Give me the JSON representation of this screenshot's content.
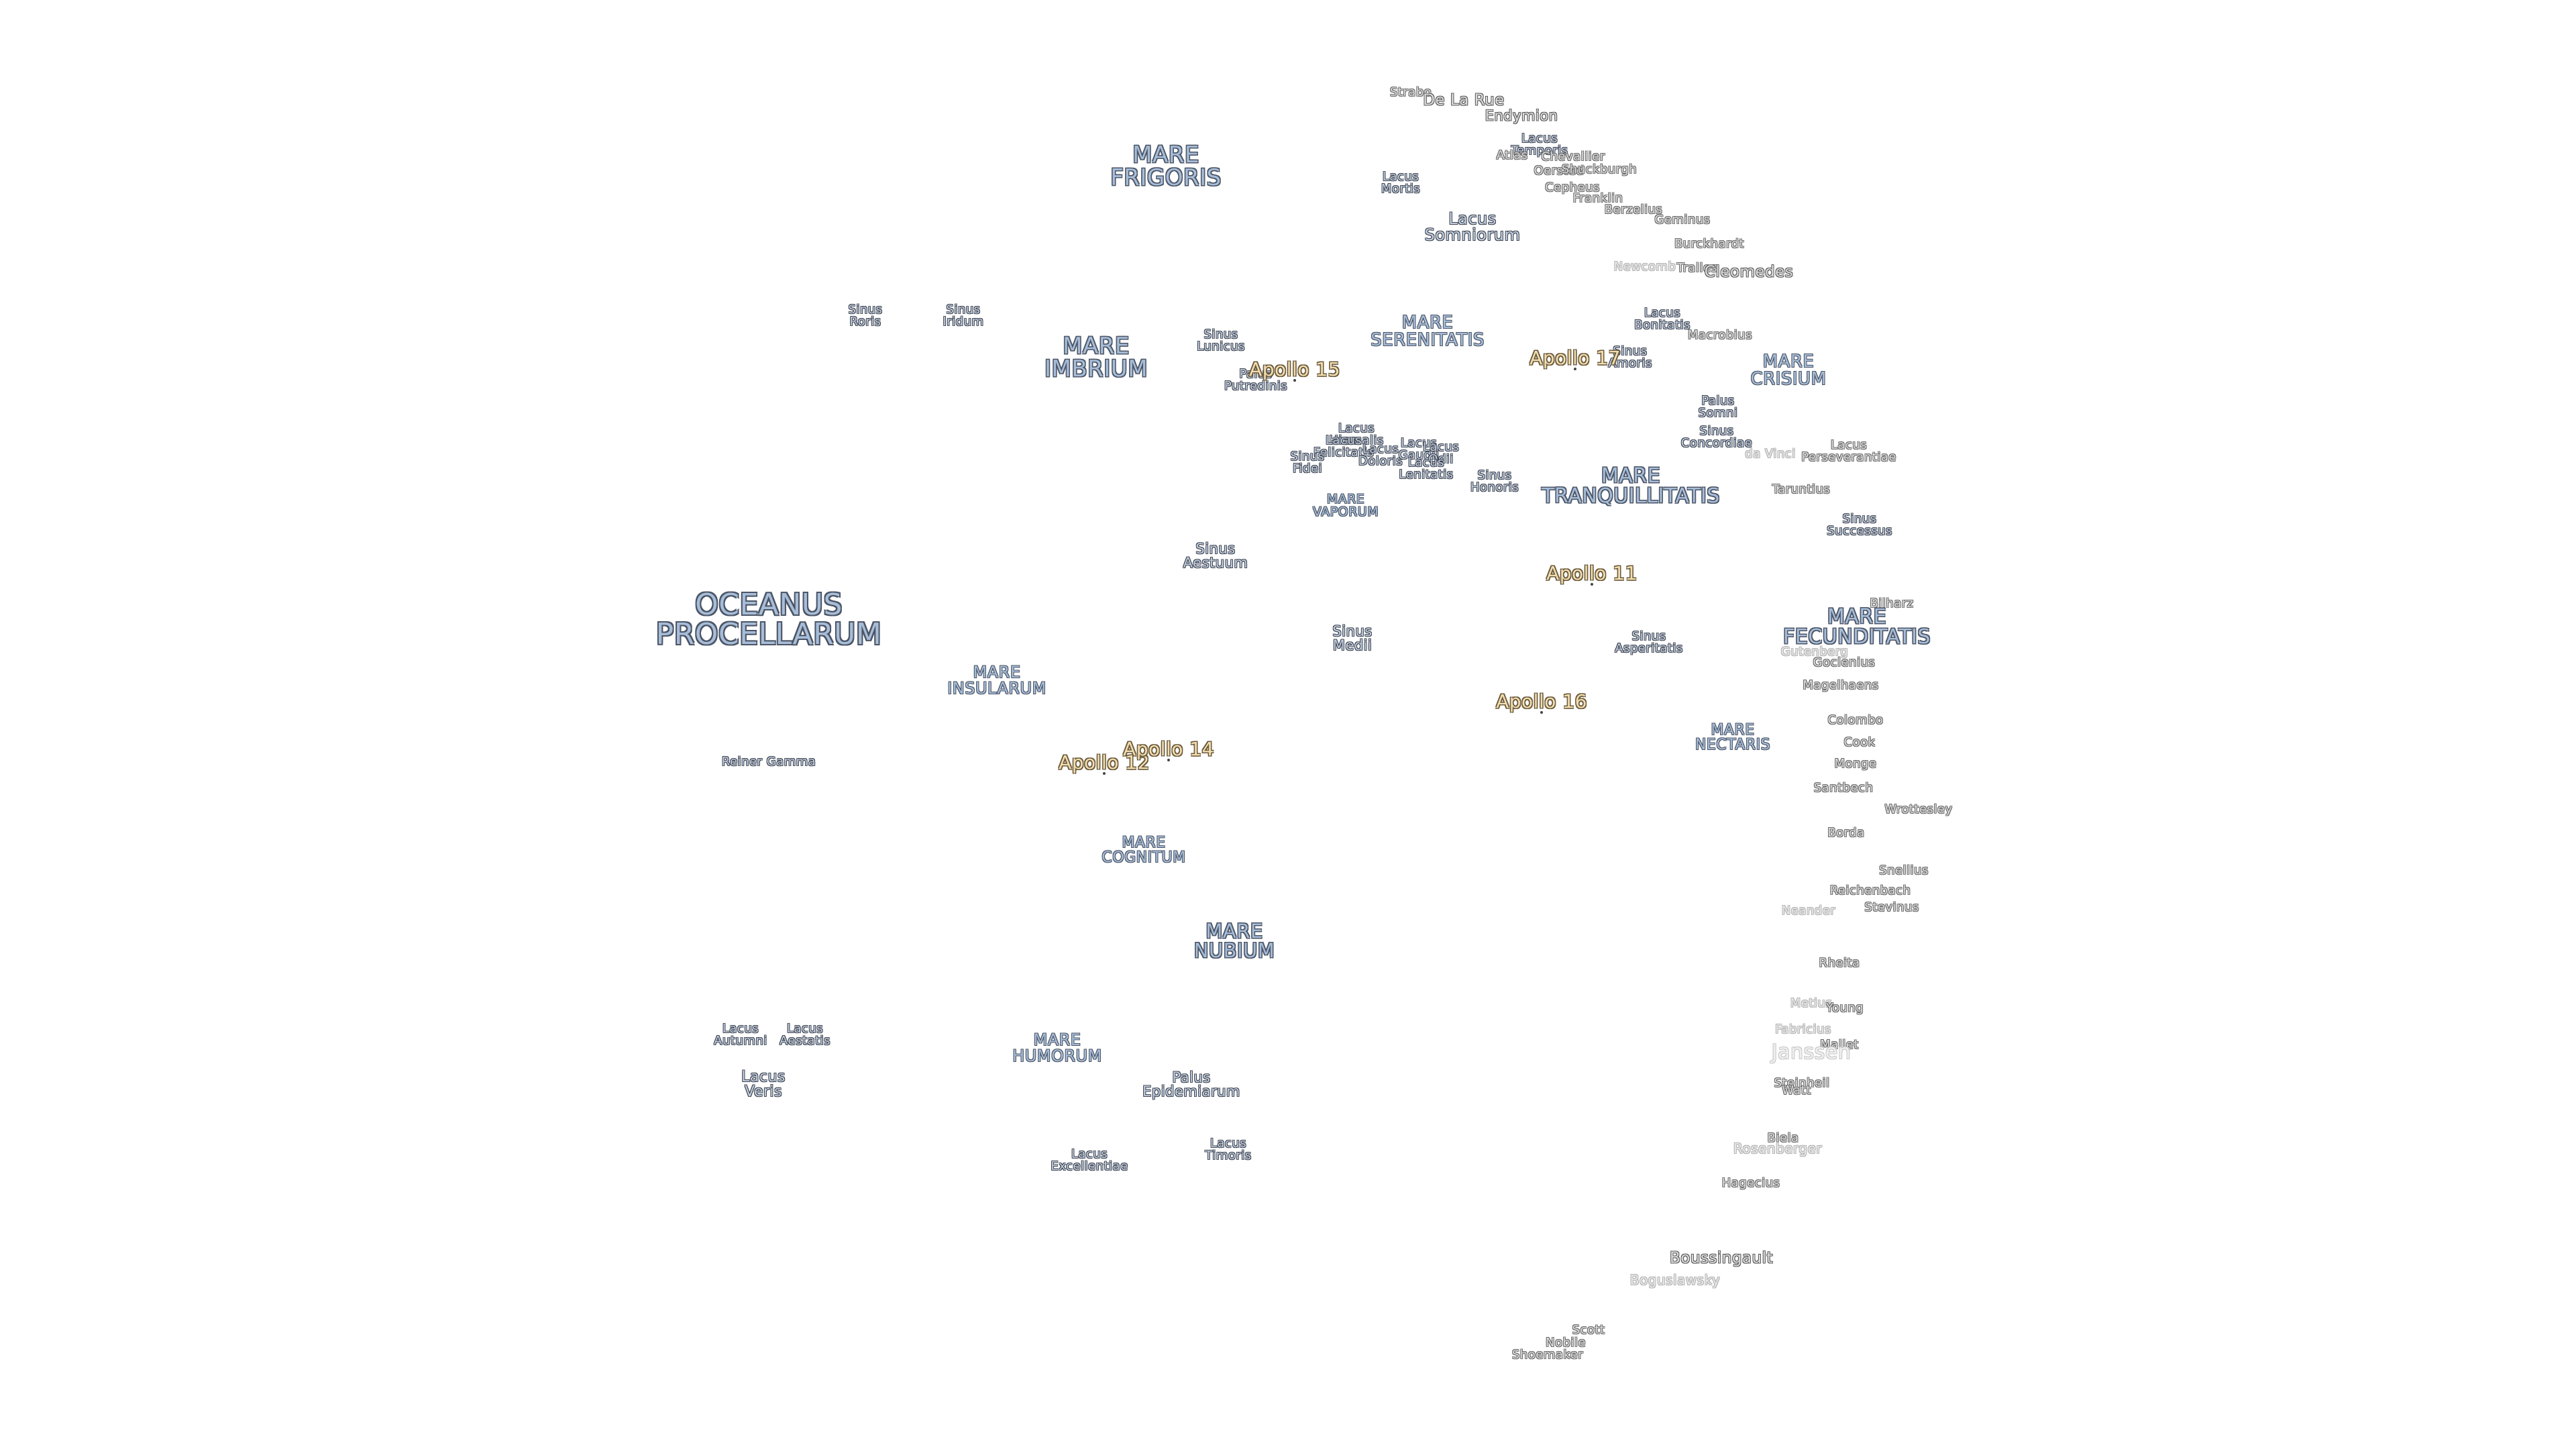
{
  "map": {
    "seas": [
      {
        "id": "mare-frigoris",
        "text": "MARE\nFRIGORIS"
      },
      {
        "id": "mare-imbrium",
        "text": "MARE\nIMBRIUM"
      },
      {
        "id": "mare-serenitatis",
        "text": "MARE\nSERENITATIS"
      },
      {
        "id": "mare-crisium",
        "text": "MARE\nCRISIUM"
      },
      {
        "id": "mare-tranquillitatis",
        "text": "MARE\nTRANQUILLITATIS"
      },
      {
        "id": "mare-fecunditatis",
        "text": "MARE\nFECUNDITATIS"
      },
      {
        "id": "mare-nectaris",
        "text": "MARE\nNECTARIS"
      },
      {
        "id": "mare-insularum",
        "text": "MARE\nINSULARUM"
      },
      {
        "id": "mare-cognitum",
        "text": "MARE\nCOGNITUM"
      },
      {
        "id": "mare-nubium",
        "text": "MARE\nNUBIUM"
      },
      {
        "id": "mare-humorum",
        "text": "MARE\nHUMORUM"
      },
      {
        "id": "mare-vaporum",
        "text": "MARE\nVAPORUM"
      },
      {
        "id": "oceanus-procellarum",
        "text": "OCEANUS\nPROCELLARUM"
      }
    ],
    "minor_features": [
      {
        "id": "lacus-somniorum",
        "text": "Lacus\nSomniorum"
      },
      {
        "id": "lacus-mortis",
        "text": "Lacus\nMortis"
      },
      {
        "id": "lacus-temporis",
        "text": "Lacus\nTemporis"
      },
      {
        "id": "lacus-bonitatis",
        "text": "Lacus\nBonitatis"
      },
      {
        "id": "sinus-amoris",
        "text": "Sinus\nAmoris"
      },
      {
        "id": "palus-somni",
        "text": "Palus\nSomni"
      },
      {
        "id": "sinus-concordiae",
        "text": "Sinus\nConcordiae"
      },
      {
        "id": "lacus-perseverantiae",
        "text": "Lacus\nPerseverantiae"
      },
      {
        "id": "sinus-successus",
        "text": "Sinus\nSuccessus"
      },
      {
        "id": "sinus-roris",
        "text": "Sinus\nRoris"
      },
      {
        "id": "sinus-iridum",
        "text": "Sinus\nIridum"
      },
      {
        "id": "sinus-lunicus",
        "text": "Sinus\nLunicus"
      },
      {
        "id": "palus-putredinis",
        "text": "Palus\nPutredinis"
      },
      {
        "id": "lacus-hiemalis",
        "text": "Lacus\nHiemalis"
      },
      {
        "id": "lacus-felicitatis",
        "text": "Lacus\nFelicitatis"
      },
      {
        "id": "lacus-doloris",
        "text": "Lacus\nDoloris"
      },
      {
        "id": "sinus-fidei",
        "text": "Sinus\nFidei"
      },
      {
        "id": "lacus-gaudii",
        "text": "Lacus\nGaudii"
      },
      {
        "id": "lacus-odii",
        "text": "Lacus\nOdii"
      },
      {
        "id": "lacus-lenitatis",
        "text": "Lacus\nLenitatis"
      },
      {
        "id": "sinus-honoris",
        "text": "Sinus\nHonoris"
      },
      {
        "id": "sinus-aestuum",
        "text": "Sinus\nAestuum"
      },
      {
        "id": "sinus-medii",
        "text": "Sinus\nMedii"
      },
      {
        "id": "sinus-asperitatis",
        "text": "Sinus\nAsperitatis"
      },
      {
        "id": "lacus-autumni",
        "text": "Lacus\nAutumni"
      },
      {
        "id": "lacus-aestatis",
        "text": "Lacus\nAestatis"
      },
      {
        "id": "lacus-veris",
        "text": "Lacus\nVeris"
      },
      {
        "id": "palus-epidemiarum",
        "text": "Palus\nEpidemiarum"
      },
      {
        "id": "lacus-excellentiae",
        "text": "Lacus\nExcellentiae"
      },
      {
        "id": "lacus-timoris",
        "text": "Lacus\nTimoris"
      }
    ],
    "craters": [
      {
        "id": "strabo",
        "text": "Strabo"
      },
      {
        "id": "de-la-rue",
        "text": "De La Rue"
      },
      {
        "id": "endymion",
        "text": "Endymion"
      },
      {
        "id": "atlas",
        "text": "Atlas"
      },
      {
        "id": "chevallier",
        "text": "Chevallier"
      },
      {
        "id": "oersted",
        "text": "Oersted"
      },
      {
        "id": "shuckburgh",
        "text": "Shuckburgh"
      },
      {
        "id": "cepheus",
        "text": "Cepheus"
      },
      {
        "id": "franklin",
        "text": "Franklin"
      },
      {
        "id": "berzelius",
        "text": "Berzelius"
      },
      {
        "id": "geminus",
        "text": "Geminus"
      },
      {
        "id": "burckhardt",
        "text": "Burckhardt"
      },
      {
        "id": "newcomb",
        "text": "Newcomb"
      },
      {
        "id": "tralles",
        "text": "Tralles"
      },
      {
        "id": "cleomedes",
        "text": "Cleomedes"
      },
      {
        "id": "macrobius",
        "text": "Macrobius"
      },
      {
        "id": "da-vinci",
        "text": "da Vinci"
      },
      {
        "id": "taruntius",
        "text": "Taruntius"
      },
      {
        "id": "bilharz",
        "text": "Bilharz"
      },
      {
        "id": "gutenberg",
        "text": "Gutenberg"
      },
      {
        "id": "goclenius",
        "text": "Goclenius"
      },
      {
        "id": "magelhaens",
        "text": "Magelhaens"
      },
      {
        "id": "colombo",
        "text": "Colombo"
      },
      {
        "id": "cook",
        "text": "Cook"
      },
      {
        "id": "monge",
        "text": "Monge"
      },
      {
        "id": "santbech",
        "text": "Santbech"
      },
      {
        "id": "wrottesley",
        "text": "Wrottesley"
      },
      {
        "id": "borda",
        "text": "Borda"
      },
      {
        "id": "snellius",
        "text": "Snellius"
      },
      {
        "id": "reichenbach",
        "text": "Reichenbach"
      },
      {
        "id": "stevinus",
        "text": "Stevinus"
      },
      {
        "id": "neander",
        "text": "Neander"
      },
      {
        "id": "rheita",
        "text": "Rheita"
      },
      {
        "id": "metius",
        "text": "Metius"
      },
      {
        "id": "young",
        "text": "Young"
      },
      {
        "id": "fabricius",
        "text": "Fabricius"
      },
      {
        "id": "mallet",
        "text": "Mallet"
      },
      {
        "id": "janssen",
        "text": "Janssen"
      },
      {
        "id": "steinheil",
        "text": "Steinheil"
      },
      {
        "id": "watt",
        "text": "Watt"
      },
      {
        "id": "biela",
        "text": "Biela"
      },
      {
        "id": "rosenberger",
        "text": "Rosenberger"
      },
      {
        "id": "hagecius",
        "text": "Hagecius"
      },
      {
        "id": "boussingault",
        "text": "Boussingault"
      },
      {
        "id": "boguslawsky",
        "text": "Boguslawsky"
      },
      {
        "id": "scott",
        "text": "Scott"
      },
      {
        "id": "nobile",
        "text": "Nobile"
      },
      {
        "id": "shoemaker",
        "text": "Shoemaker"
      },
      {
        "id": "reiner-gamma",
        "text": "Reiner Gamma"
      }
    ],
    "apollo_sites": [
      {
        "id": "apollo-11",
        "text": "Apollo 11"
      },
      {
        "id": "apollo-12",
        "text": "Apollo 12"
      },
      {
        "id": "apollo-14",
        "text": "Apollo 14"
      },
      {
        "id": "apollo-15",
        "text": "Apollo 15"
      },
      {
        "id": "apollo-16",
        "text": "Apollo 16"
      },
      {
        "id": "apollo-17",
        "text": "Apollo 17"
      }
    ],
    "colors": {
      "background": "#ffffff",
      "sea_fill": "#a7bdd8",
      "sea_outline": "#4c5566",
      "crater_fill": "#dcdcdc",
      "crater_outline": "#6a6a6a",
      "apollo_fill": "#f3deb0",
      "apollo_outline": "#6b5b3d"
    }
  }
}
